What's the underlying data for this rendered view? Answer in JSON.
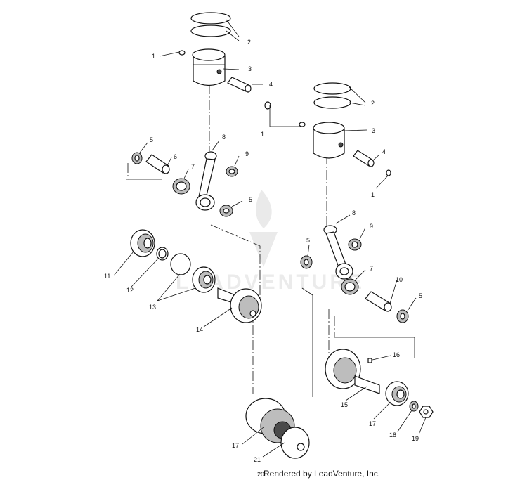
{
  "footer": {
    "credit": "Rendered by LeadVenture, Inc."
  },
  "watermark": {
    "text": "LEADVENTURE"
  },
  "callouts": {
    "c1a": "1",
    "c2a": "2",
    "c3a": "3",
    "c4a": "4",
    "c5a": "5",
    "c6": "6",
    "c7a": "7",
    "c8a": "8",
    "c9a": "9",
    "c5b": "5",
    "c11": "11",
    "c12": "12",
    "c13": "13",
    "c14": "14",
    "c2b": "2",
    "c3b": "3",
    "c1b": "1",
    "c4b": "4",
    "c1c": "1",
    "c8b": "8",
    "c9b": "9",
    "c5c": "5",
    "c7b": "7",
    "c10": "10",
    "c5d": "5",
    "c16": "16",
    "c15": "15",
    "c17a": "17",
    "c18": "18",
    "c19": "19",
    "c17b": "17",
    "c21": "21",
    "c20": "20"
  }
}
